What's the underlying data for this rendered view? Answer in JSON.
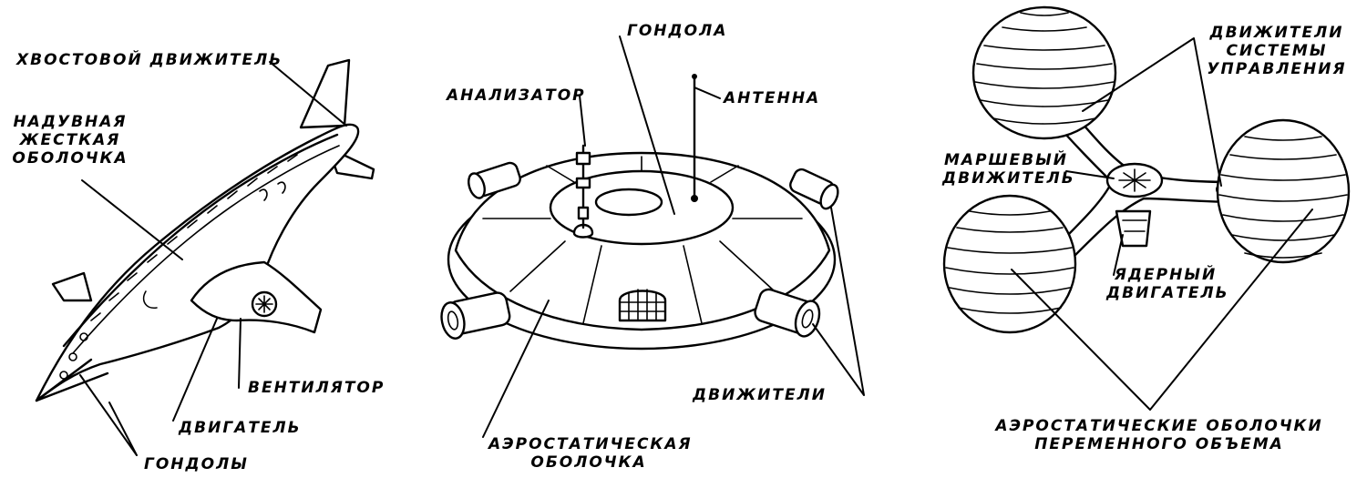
{
  "airship": {
    "tail_propulsor": "ХВОСТОВОЙ ДВИЖИТЕЛЬ",
    "rigid_shell": [
      "НАДУВНАЯ",
      "ЖЕСТКАЯ",
      "ОБОЛОЧКА"
    ],
    "fan": "ВЕНТИЛЯТОР",
    "engine": "ДВИГАТЕЛЬ",
    "gondolas": "ГОНДОЛЫ"
  },
  "disc": {
    "gondola": "ГОНДОЛА",
    "analyzer": "АНАЛИЗАТОР",
    "antenna": "АНТЕННА",
    "propulsors": "ДВИЖИТЕЛИ",
    "aerostatic_shell": [
      "АЭРОСТАТИЧЕСКАЯ",
      "ОБОЛОЧКА"
    ]
  },
  "tri": {
    "control_propulsors": [
      "ДВИЖИТЕЛИ",
      "СИСТЕМЫ",
      "УПРАВЛЕНИЯ"
    ],
    "main_propulsor": [
      "МАРШЕВЫЙ",
      "ДВИЖИТЕЛЬ"
    ],
    "nuclear_engine": [
      "ЯДЕРНЫЙ",
      "ДВИГАТЕЛЬ"
    ],
    "variable_shells": [
      "АЭРОСТАТИЧЕСКИЕ ОБОЛОЧКИ",
      "ПЕРЕМЕННОГО ОБЪЕМА"
    ]
  }
}
